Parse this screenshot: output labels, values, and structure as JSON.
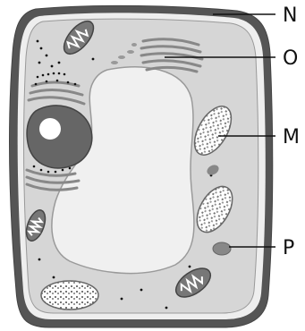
{
  "diagram": {
    "colors": {
      "cell_wall": "#555555",
      "cytoplasm": "#d6d6d6",
      "membrane": "#eeeeee",
      "vacuole": "#f0f0f0",
      "nucleus": "#666666",
      "nucleolus": "#ffffff",
      "organelle_dark": "#777777",
      "organelle_light": "#dddddd",
      "chloroplast_fill": "#ffffff",
      "ink": "#111111"
    },
    "labels": [
      {
        "id": "N",
        "text": "N"
      },
      {
        "id": "O",
        "text": "O"
      },
      {
        "id": "M",
        "text": "M"
      },
      {
        "id": "P",
        "text": "P"
      }
    ]
  }
}
